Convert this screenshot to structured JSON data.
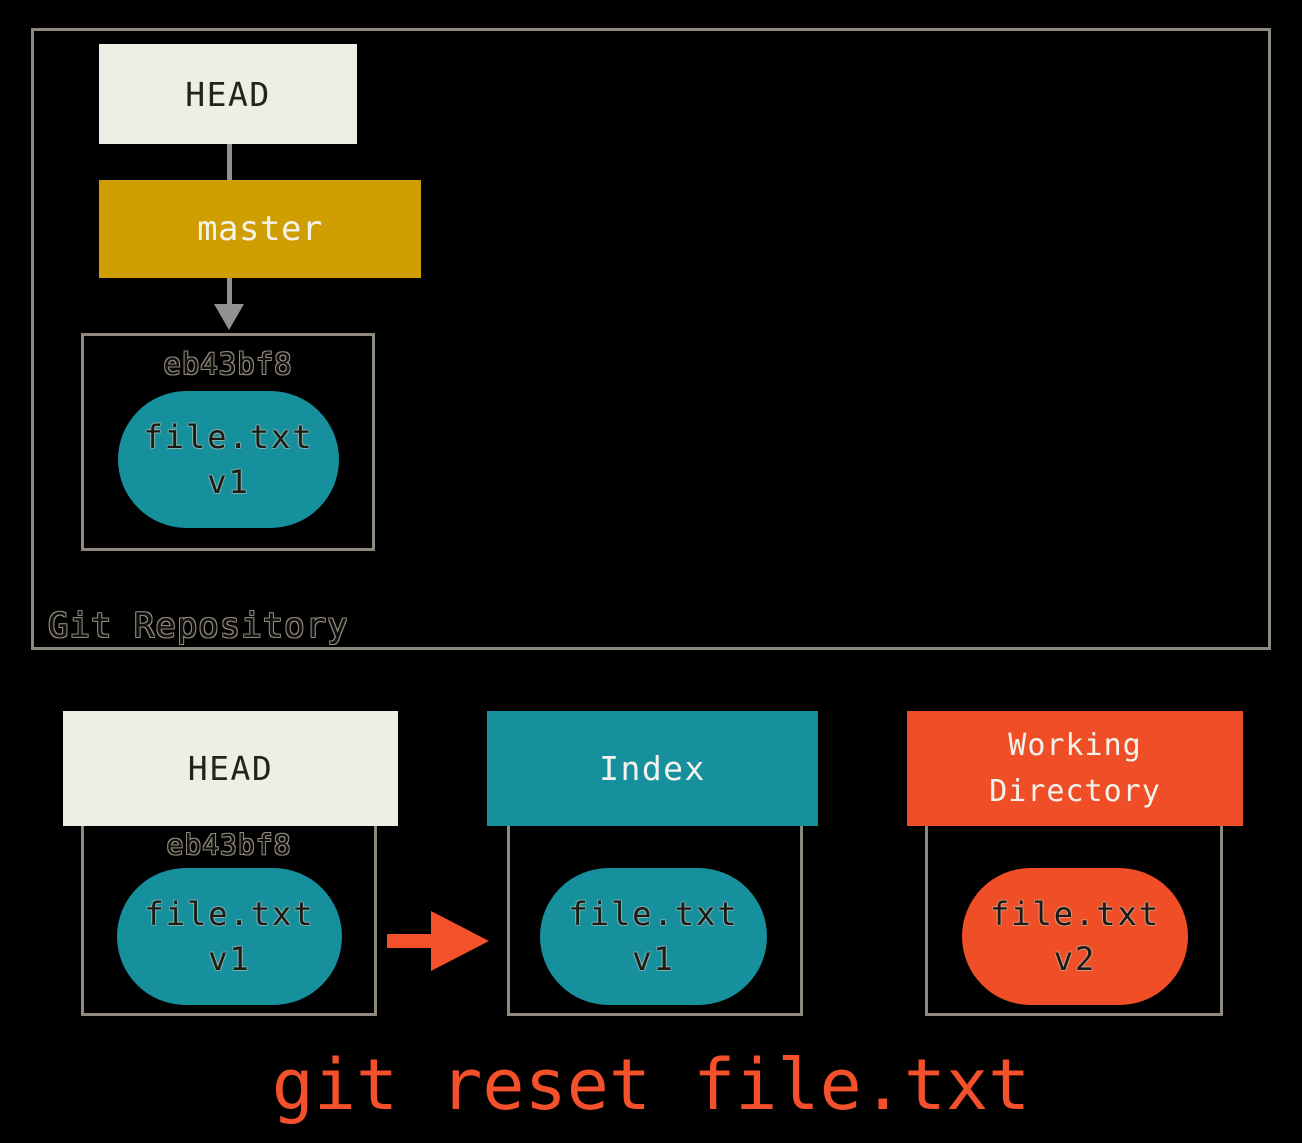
{
  "repository": {
    "label": "Git Repository",
    "head_label": "HEAD",
    "branch_label": "master",
    "commit": {
      "hash": "eb43bf8",
      "file": "file.txt",
      "version": "v1"
    }
  },
  "columns": [
    {
      "header": "HEAD",
      "hash": "eb43bf8",
      "file": "file.txt",
      "version": "v1"
    },
    {
      "header": "Index",
      "file": "file.txt",
      "version": "v1"
    },
    {
      "header": "Working Directory",
      "file": "file.txt",
      "version": "v2"
    }
  ],
  "caption": "git reset file.txt",
  "icons": {
    "down_arrow": "triangle-down",
    "right_arrow": "arrow-right"
  },
  "colors": {
    "background": "#000000",
    "box_border": "#8E887D",
    "connector": "#919191",
    "head_box": "#EFEEE5",
    "branch_box": "#CF9E02",
    "teal": "#17909D",
    "orange": "#F04E27",
    "caption_text": "#F4502C"
  }
}
